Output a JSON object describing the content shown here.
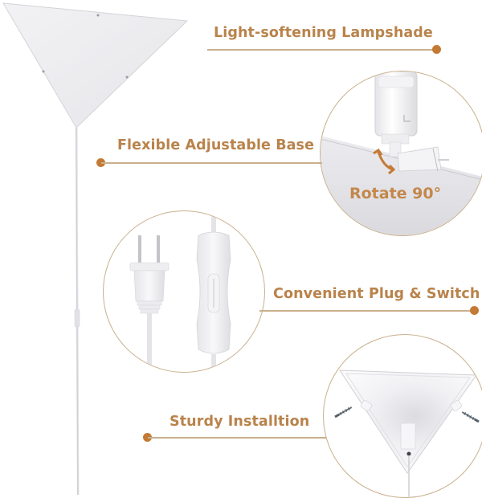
{
  "colors": {
    "accent_dot": "#c47a34",
    "title_text": "#b9834b",
    "connector_line": "#c9b08d",
    "background": "#ffffff"
  },
  "features": [
    {
      "title": "Light-softening Lampshade",
      "dot_side": "right"
    },
    {
      "title": "Flexible Adjustable Base",
      "dot_side": "left",
      "callout": "Rotate 90°"
    },
    {
      "title": "Convenient Plug & Switch",
      "dot_side": "right"
    },
    {
      "title": "Sturdy Installtion",
      "dot_side": "left"
    }
  ],
  "images": {
    "lampshade": "triangular-lampshade-with-cord",
    "socket_detail": "lamp-socket-rotating-base",
    "plug_switch_detail": "two-prong-plug-and-inline-switch",
    "installation_detail": "triangle-back-with-screws"
  }
}
